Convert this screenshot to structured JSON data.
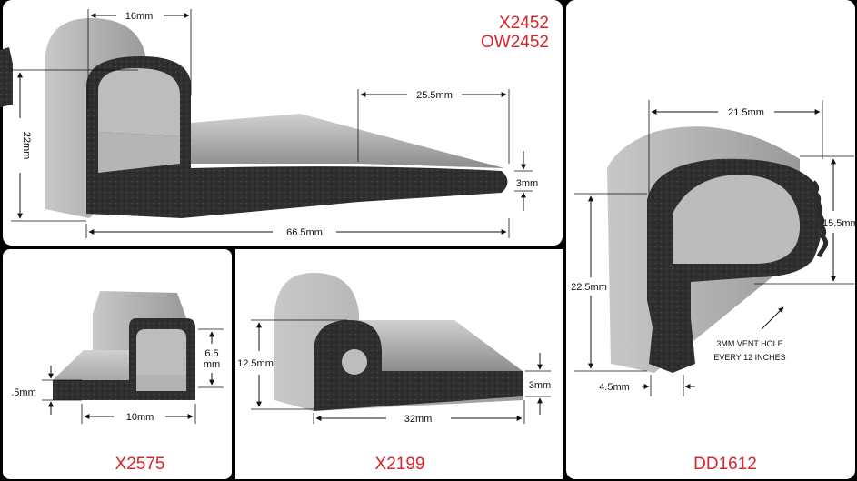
{
  "panels": {
    "top_left": {
      "codes": [
        "X2452",
        "OW2452"
      ],
      "dims": {
        "top_width": "16mm",
        "height": "22mm",
        "flap_width": "25.5mm",
        "lip": "3mm",
        "total_width": "66.5mm"
      }
    },
    "right": {
      "code": "DD1612",
      "dims": {
        "top_width": "21.5mm",
        "right_height": "15.5mm",
        "left_height": "22.5mm",
        "stem": "4.5mm"
      },
      "note_line1": "3MM VENT HOLE",
      "note_line2": "EVERY 12 INCHES"
    },
    "bottom_left": {
      "code": "X2575",
      "dims": {
        "height_top": "6.5",
        "height_unit": "mm",
        "base": ".5mm",
        "width": "10mm"
      }
    },
    "bottom_mid": {
      "code": "X2199",
      "dims": {
        "height": "12.5mm",
        "lip": "3mm",
        "width": "32mm"
      }
    }
  },
  "colors": {
    "code_red": "#d9252a",
    "rubber_dark": "#2b2b2b",
    "rubber_grey": "#a8a8a8",
    "panel_bg": "#ffffff",
    "frame": "#000000"
  }
}
